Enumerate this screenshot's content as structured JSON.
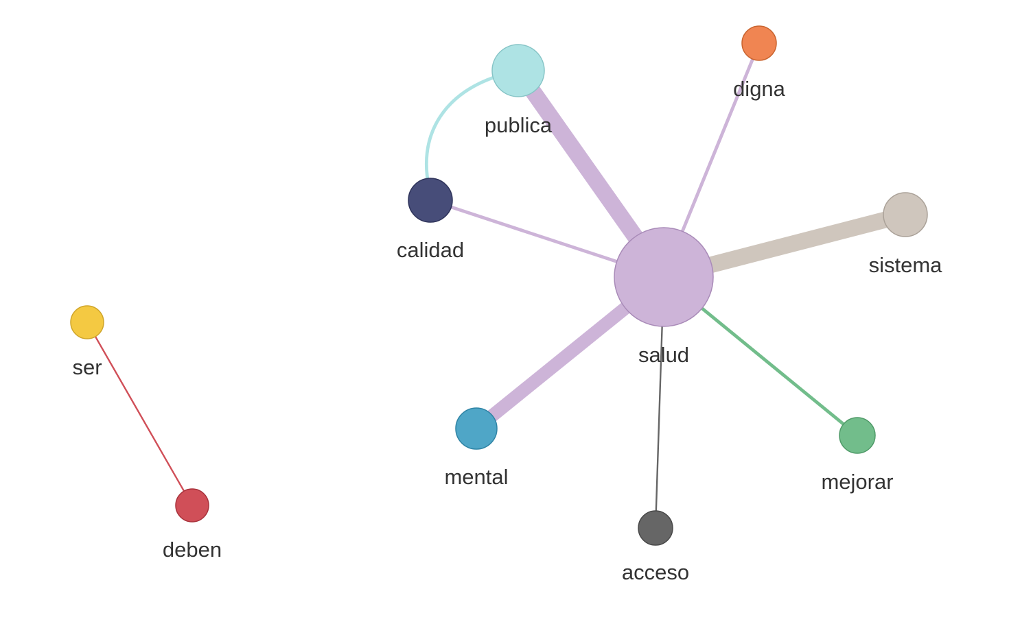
{
  "nodes": [
    {
      "id": "salud",
      "label": "salud",
      "color": "#cdb4d8",
      "stroke": "#a98bb8"
    },
    {
      "id": "publica",
      "label": "publica",
      "color": "#aee3e4",
      "stroke": "#86c4c6"
    },
    {
      "id": "digna",
      "label": "digna",
      "color": "#f08552",
      "stroke": "#c9642f"
    },
    {
      "id": "calidad",
      "label": "calidad",
      "color": "#474d79",
      "stroke": "#2e335a"
    },
    {
      "id": "sistema",
      "label": "sistema",
      "color": "#cfc6bd",
      "stroke": "#aaa198"
    },
    {
      "id": "mental",
      "label": "mental",
      "color": "#4fa6c7",
      "stroke": "#2f84a5"
    },
    {
      "id": "acceso",
      "label": "acceso",
      "color": "#666666",
      "stroke": "#4a4a4a"
    },
    {
      "id": "mejorar",
      "label": "mejorar",
      "color": "#72bd8b",
      "stroke": "#4f9a68"
    },
    {
      "id": "ser",
      "label": "ser",
      "color": "#f4c942",
      "stroke": "#cfa52a"
    },
    {
      "id": "deben",
      "label": "deben",
      "color": "#d04f58",
      "stroke": "#a8323b"
    }
  ],
  "edges": [
    {
      "source": "salud",
      "target": "publica",
      "color": "#cdb4d8",
      "weight": 5
    },
    {
      "source": "salud",
      "target": "digna",
      "color": "#cdb4d8",
      "weight": 1
    },
    {
      "source": "salud",
      "target": "calidad",
      "color": "#cdb4d8",
      "weight": 1
    },
    {
      "source": "salud",
      "target": "sistema",
      "color": "#cfc6bd",
      "weight": 5
    },
    {
      "source": "salud",
      "target": "mental",
      "color": "#cdb4d8",
      "weight": 4
    },
    {
      "source": "salud",
      "target": "acceso",
      "color": "#666666",
      "weight": 0.5
    },
    {
      "source": "salud",
      "target": "mejorar",
      "color": "#72bd8b",
      "weight": 1
    },
    {
      "source": "publica",
      "target": "calidad",
      "color": "#aee3e4",
      "weight": 1
    },
    {
      "source": "ser",
      "target": "deben",
      "color": "#d04f58",
      "weight": 0.5
    }
  ]
}
